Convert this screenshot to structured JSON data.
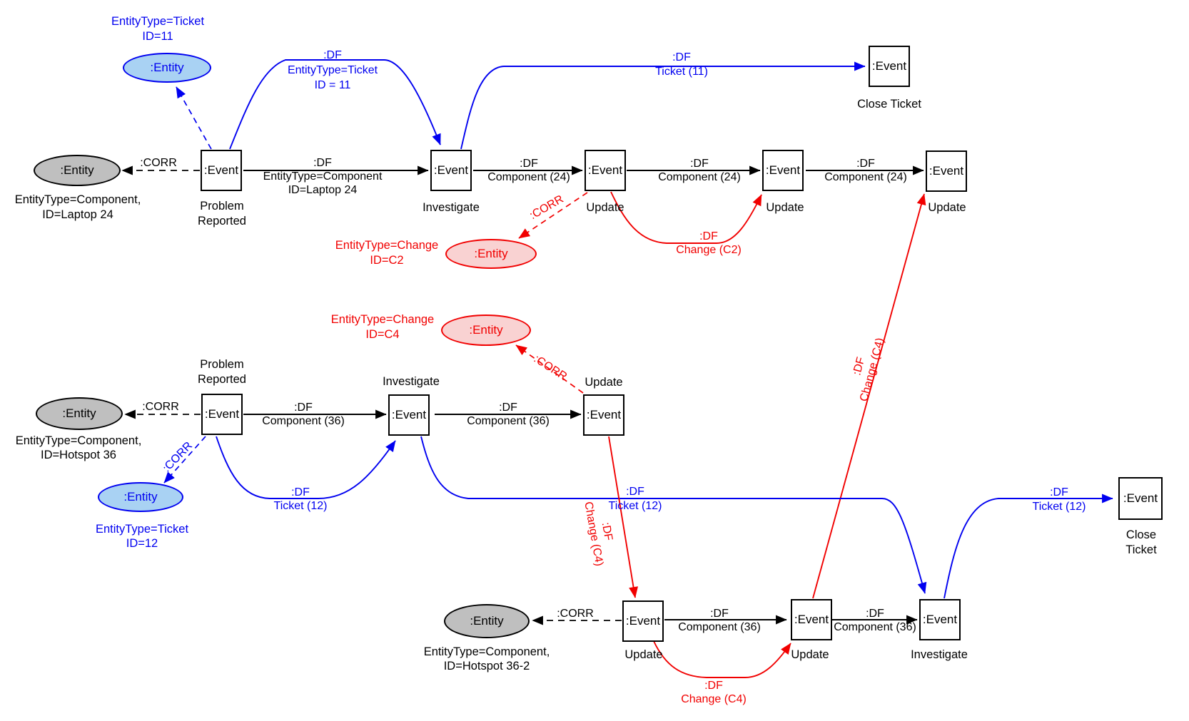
{
  "colors": {
    "blue": "#0000f0",
    "red": "#f10000",
    "black": "#000000",
    "gray_fill": "#bfbfbf",
    "blue_fill": "#a9d2f3",
    "red_fill": "#f9d2d2"
  },
  "graph_top": {
    "entities": {
      "ticket": {
        "label": ":Entity",
        "annotation": "EntityType=Ticket\nID=11"
      },
      "component": {
        "label": ":Entity",
        "annotation": "EntityType=Component,\nID=Laptop 24"
      },
      "change": {
        "label": ":Entity",
        "annotation": "EntityType=Change\nID=C2"
      }
    },
    "events": {
      "problem_reported": {
        "label": ":Event",
        "caption": "Problem\nReported"
      },
      "investigate": {
        "label": ":Event",
        "caption": "Investigate"
      },
      "update_1": {
        "label": ":Event",
        "caption": "Update"
      },
      "update_2": {
        "label": ":Event",
        "caption": "Update"
      },
      "update_3": {
        "label": ":Event",
        "caption": "Update"
      },
      "close_ticket": {
        "label": ":Event",
        "caption": "Close Ticket"
      }
    },
    "edge_labels": {
      "corr_component": ":CORR",
      "df_ticket_entry": ":DF\nEntityType=Ticket\nID = 11",
      "df_ticket_close": ":DF\nTicket (11)",
      "df_component_entry": ":DF\nEntityType=Component\nID=Laptop 24",
      "df_component_2": ":DF\nComponent (24)",
      "df_component_3": ":DF\nComponent (24)",
      "df_component_4": ":DF\nComponent (24)",
      "corr_change": ":CORR",
      "df_change_c2": ":DF\nChange (C2)"
    }
  },
  "graph_middle": {
    "entities": {
      "ticket": {
        "label": ":Entity",
        "annotation": "EntityType=Ticket\nID=12"
      },
      "component": {
        "label": ":Entity",
        "annotation": "EntityType=Component,\nID=Hotspot 36"
      },
      "change": {
        "label": ":Entity",
        "annotation": "EntityType=Change\nID=C4"
      }
    },
    "events": {
      "problem_reported": {
        "label": ":Event",
        "caption": "Problem\nReported"
      },
      "investigate": {
        "label": ":Event",
        "caption": "Investigate"
      },
      "update": {
        "label": ":Event",
        "caption": "Update"
      }
    },
    "edge_labels": {
      "corr_component": ":CORR",
      "corr_ticket": ":CORR",
      "df_component_1": ":DF\nComponent (36)",
      "df_component_2": ":DF\nComponent (36)",
      "df_ticket_entry": ":DF\nTicket (12)",
      "df_ticket_long": ":DF\nTicket (12)",
      "corr_change": ":CORR",
      "df_change_down": ":DF\nChange (C4)"
    }
  },
  "graph_bottom": {
    "entities": {
      "component": {
        "label": ":Entity",
        "annotation": "EntityType=Component,\nID=Hotspot 36-2"
      }
    },
    "events": {
      "update_1": {
        "label": ":Event",
        "caption": "Update"
      },
      "update_2": {
        "label": ":Event",
        "caption": "Update"
      },
      "investigate": {
        "label": ":Event",
        "caption": "Investigate"
      },
      "close_ticket": {
        "label": ":Event",
        "caption": "Close Ticket"
      }
    },
    "edge_labels": {
      "corr_component": ":CORR",
      "df_component_1": ":DF\nComponent (36)",
      "df_component_2": ":DF\nComponent (36)",
      "df_change_c4": ":DF\nChange (C4)",
      "df_change_up": ":DF\nChange (C4)",
      "df_ticket_close": ":DF\nTicket (12)"
    }
  }
}
